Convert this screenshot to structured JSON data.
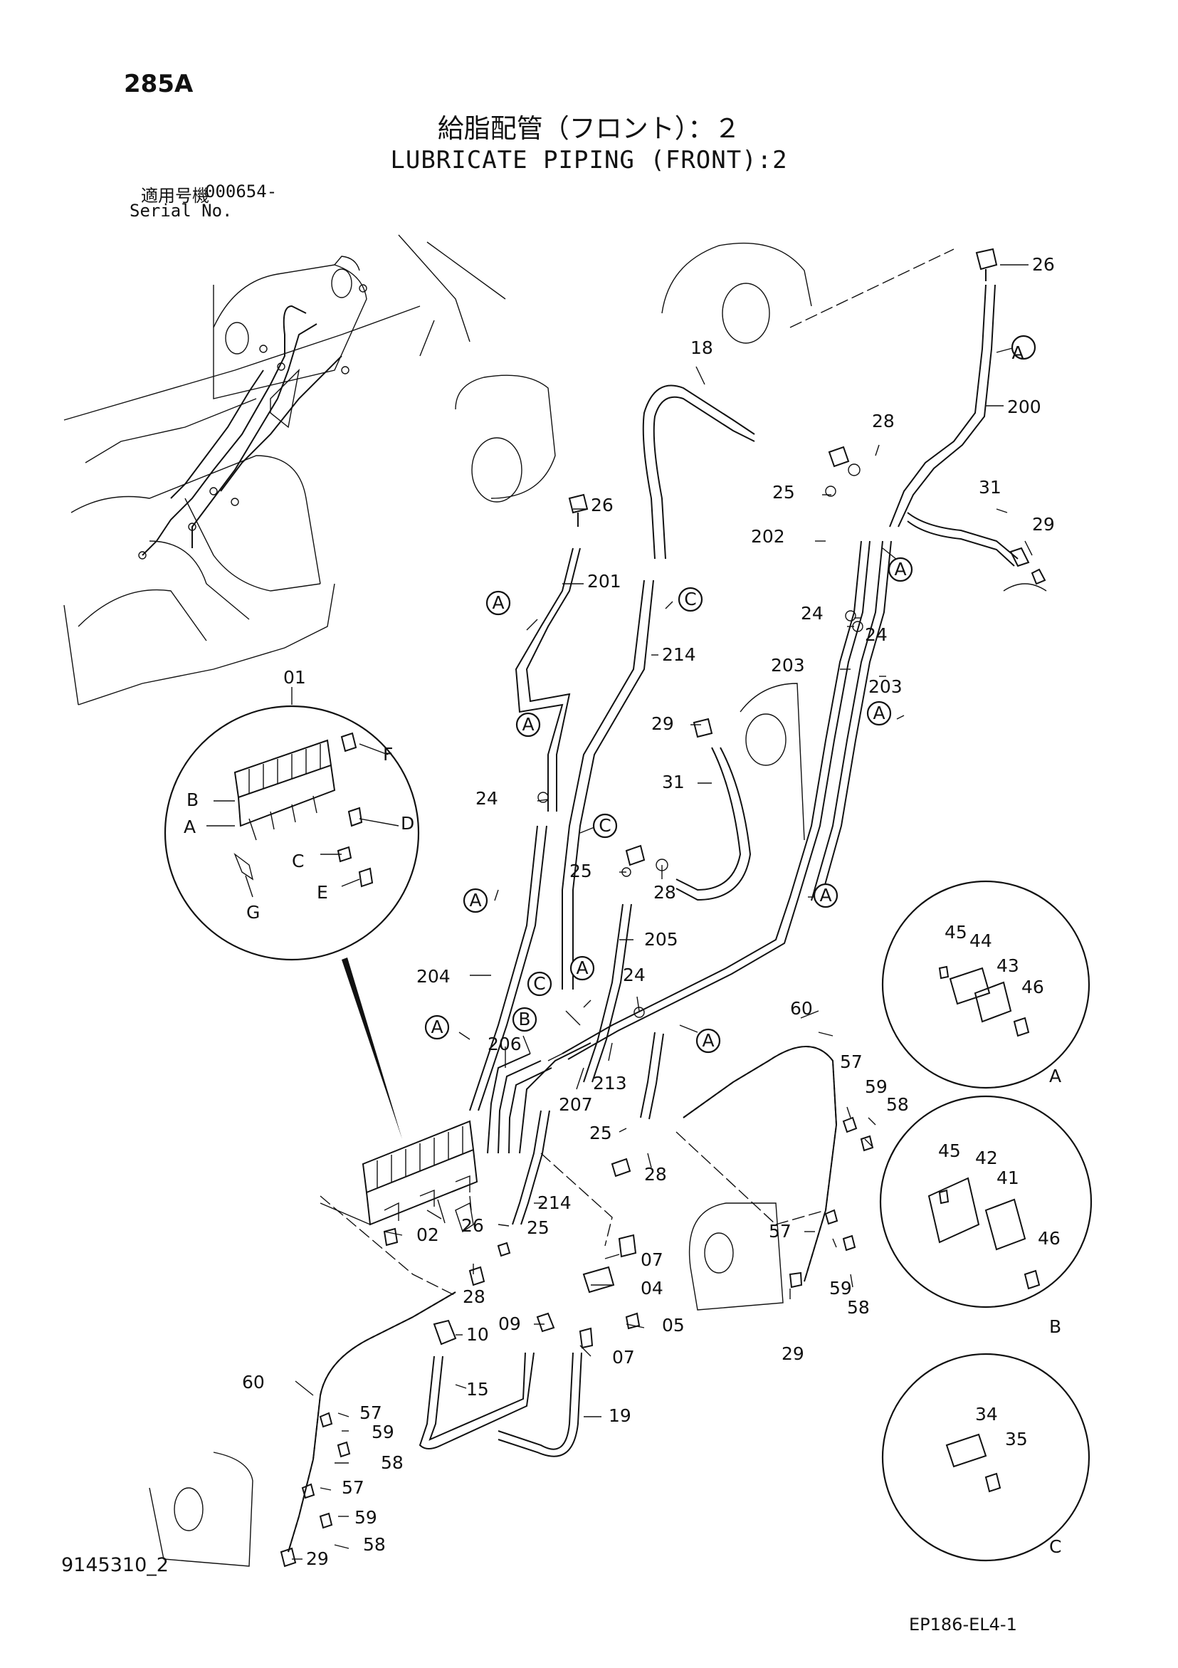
{
  "header": {
    "page_code": "285A",
    "title_jp": "給脂配管（フロント）：２",
    "title_en": "LUBRICATE PIPING (FRONT):2",
    "serial_label_jp": "適用号機",
    "serial_number": "000654-",
    "serial_label_en": "Serial No."
  },
  "footer": {
    "drawing_number": "9145310_2",
    "figure_code": "EP186-EL4-1"
  },
  "callouts": {
    "c26a": "26",
    "cA1": "A",
    "c200": "200",
    "c18": "18",
    "c28a": "28",
    "c25a": "25",
    "c31a": "31",
    "c29a": "29",
    "c202": "202",
    "cA2": "A",
    "c26b": "26",
    "c201": "201",
    "cA3": "A",
    "cC1": "C",
    "c214a": "214",
    "c24a": "24",
    "c24b": "24",
    "c203a": "203",
    "c203b": "203",
    "cA4": "A",
    "c29b": "29",
    "cA5": "A",
    "c31b": "31",
    "c24c": "24",
    "cC2": "C",
    "c25b": "25",
    "c28b": "28",
    "cA6": "A",
    "cA7": "A",
    "c205": "205",
    "c204": "204",
    "c24d": "24",
    "cC3": "C",
    "cA8": "A",
    "cA9": "A",
    "cB1": "B",
    "c206": "206",
    "c213": "213",
    "c207": "207",
    "cA10": "A",
    "c60a": "60",
    "c57a": "57",
    "c59a": "59",
    "c58a": "58",
    "c25c": "25",
    "c28c": "28",
    "c26c": "26",
    "c214b": "214",
    "c25d": "25",
    "c02": "02",
    "c07a": "07",
    "c04": "04",
    "c28d": "28",
    "c09": "09",
    "c05": "05",
    "c10": "10",
    "c07b": "07",
    "c15": "15",
    "c19": "19",
    "c57b": "57",
    "c59b": "59",
    "c58b": "58",
    "c29c": "29",
    "c60b": "60",
    "c57c": "57",
    "c59c": "59",
    "c58c": "58",
    "c57d": "57",
    "c59d": "59",
    "c58d": "58",
    "c29d": "29"
  },
  "detail_01": {
    "label": "01",
    "letters": {
      "A": "A",
      "B": "B",
      "C": "C",
      "D": "D",
      "E": "E",
      "F": "F",
      "G": "G"
    }
  },
  "detail_A": {
    "tag": "A",
    "parts": {
      "p45": "45",
      "p44": "44",
      "p43": "43",
      "p46": "46"
    }
  },
  "detail_B": {
    "tag": "B",
    "parts": {
      "p45": "45",
      "p42": "42",
      "p41": "41",
      "p46": "46"
    }
  },
  "detail_C": {
    "tag": "C",
    "parts": {
      "p34": "34",
      "p35": "35"
    }
  }
}
